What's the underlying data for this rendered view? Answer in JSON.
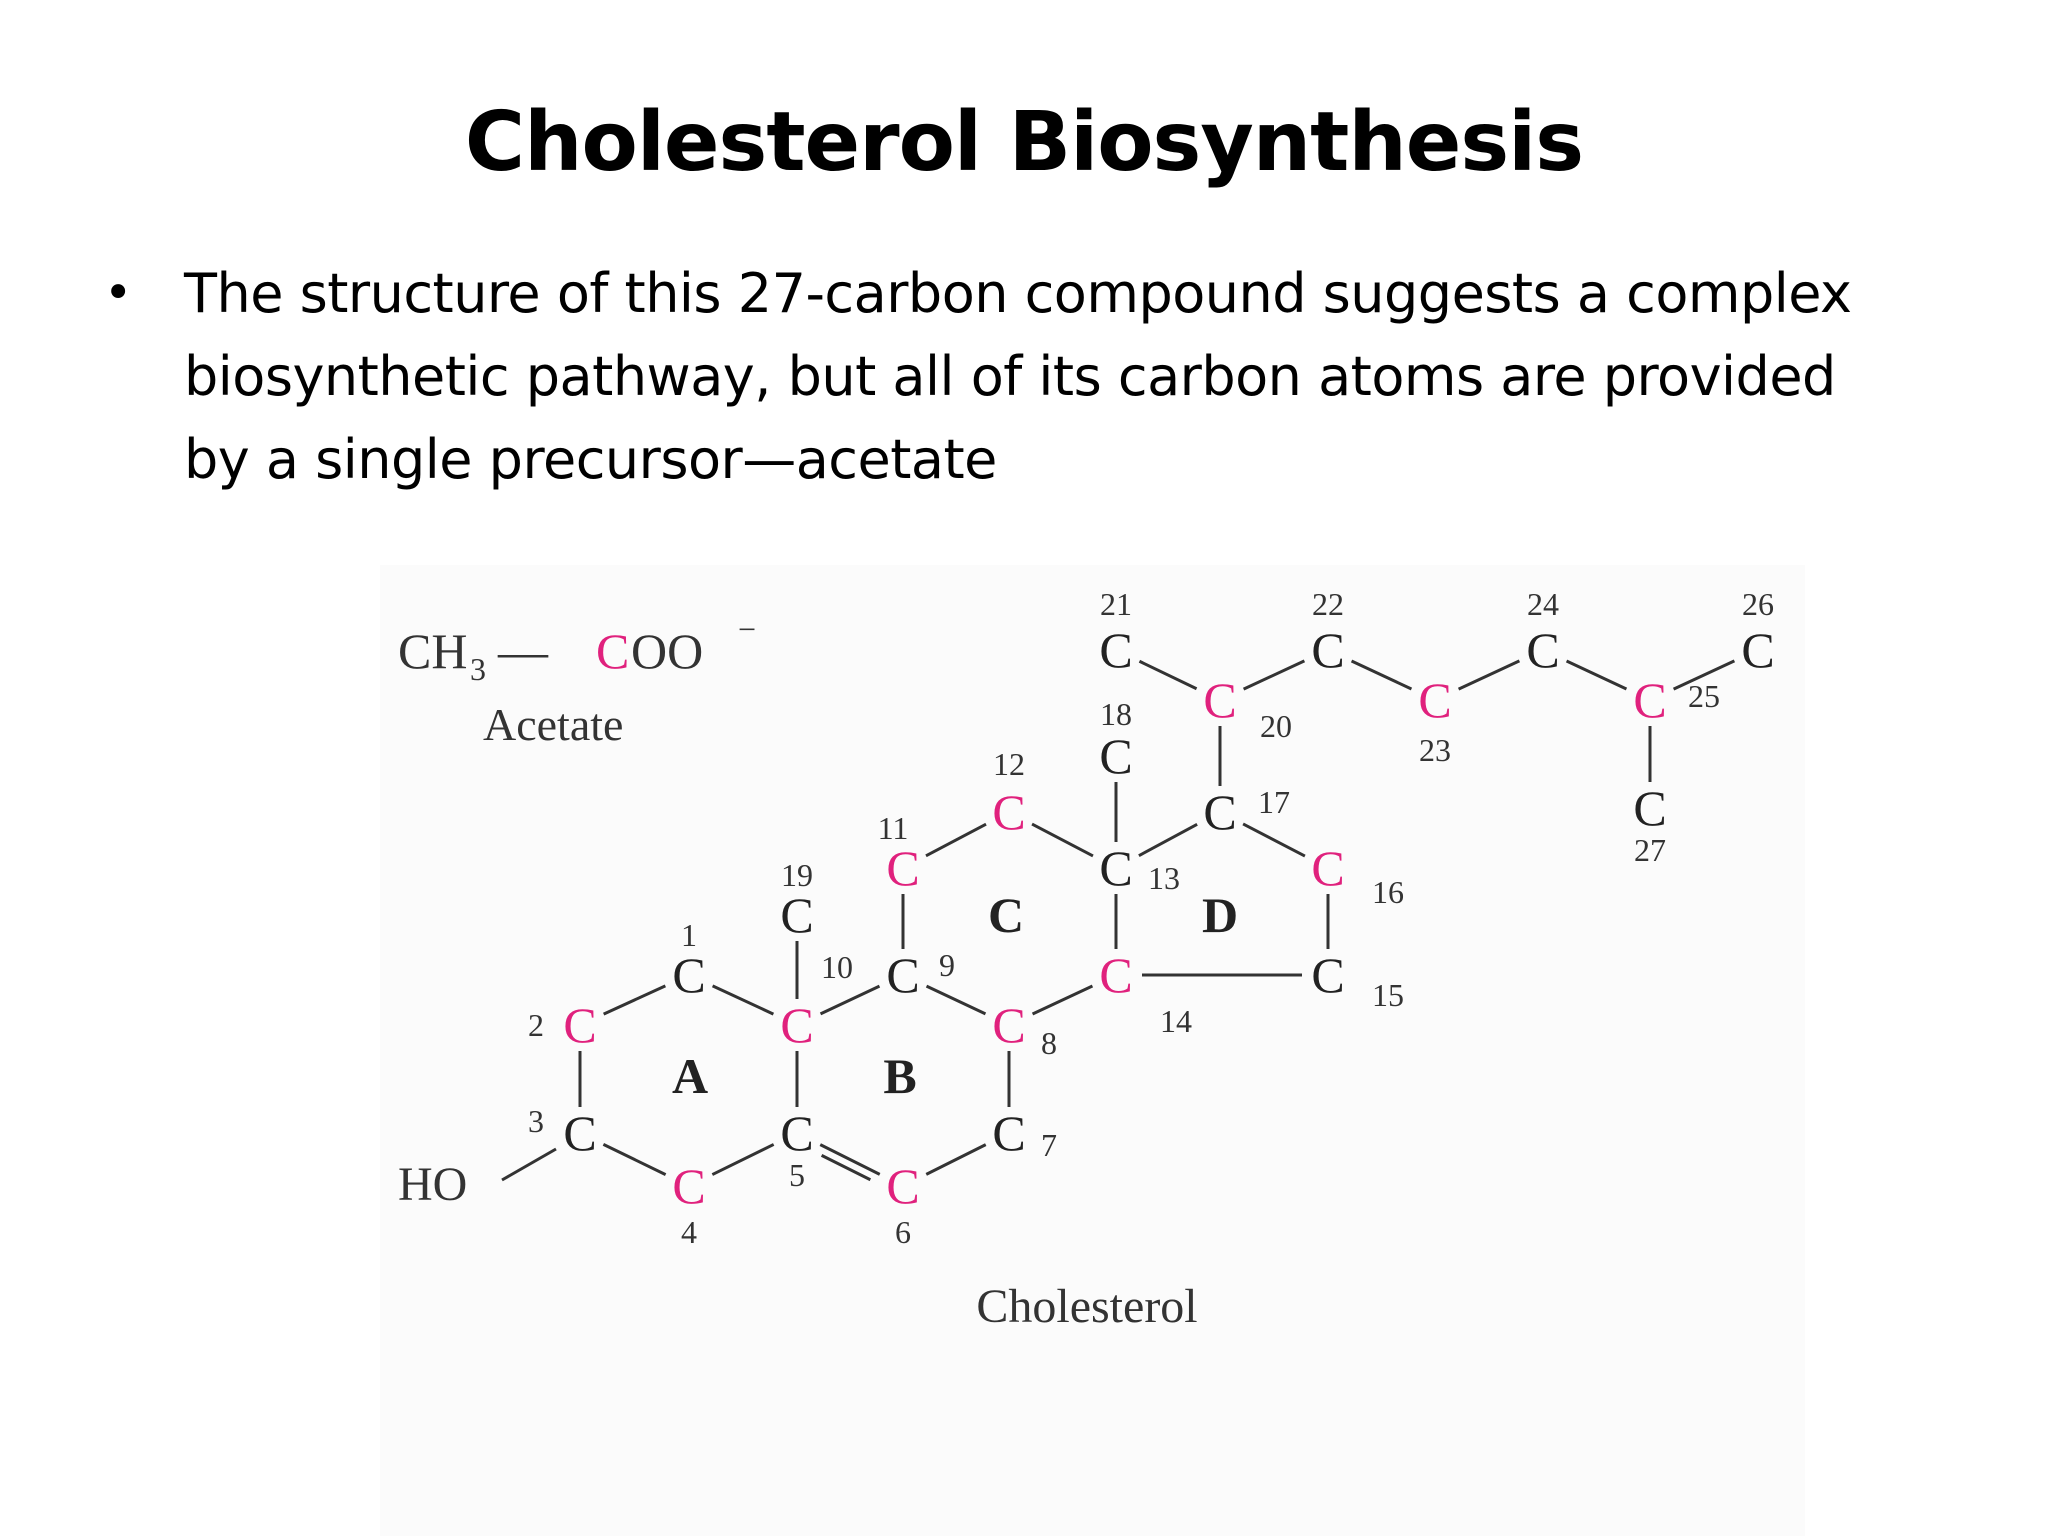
{
  "slide": {
    "title": "Cholesterol Biosynthesis",
    "bullet_symbol": "•",
    "bullet_lines": [
      "The structure of this 27-carbon compound suggests a complex",
      "biosynthetic pathway, but all of its carbon atoms are provided",
      "by a single precursor—acetate"
    ]
  },
  "figure": {
    "acetate": {
      "ch3": "CH",
      "ch3_subscript": "3",
      "bond": "—",
      "coo_c": "C",
      "coo_oo": "OO",
      "charge": "−",
      "label": "Acetate"
    },
    "cholesterol_label": "Cholesterol",
    "hydroxyl": "HO",
    "ring_labels": [
      "A",
      "B",
      "C",
      "D"
    ],
    "atom_symbol": "C",
    "atom_numbers": [
      "1",
      "2",
      "3",
      "4",
      "5",
      "6",
      "7",
      "8",
      "9",
      "10",
      "11",
      "12",
      "13",
      "14",
      "15",
      "16",
      "17",
      "18",
      "19",
      "20",
      "21",
      "22",
      "23",
      "24",
      "25",
      "26",
      "27"
    ]
  },
  "colors": {
    "methyl_carbon": "#222222",
    "carboxyl_carbon": "#e0217d",
    "text": "#000000",
    "figure_background": "#fbfbfb"
  }
}
